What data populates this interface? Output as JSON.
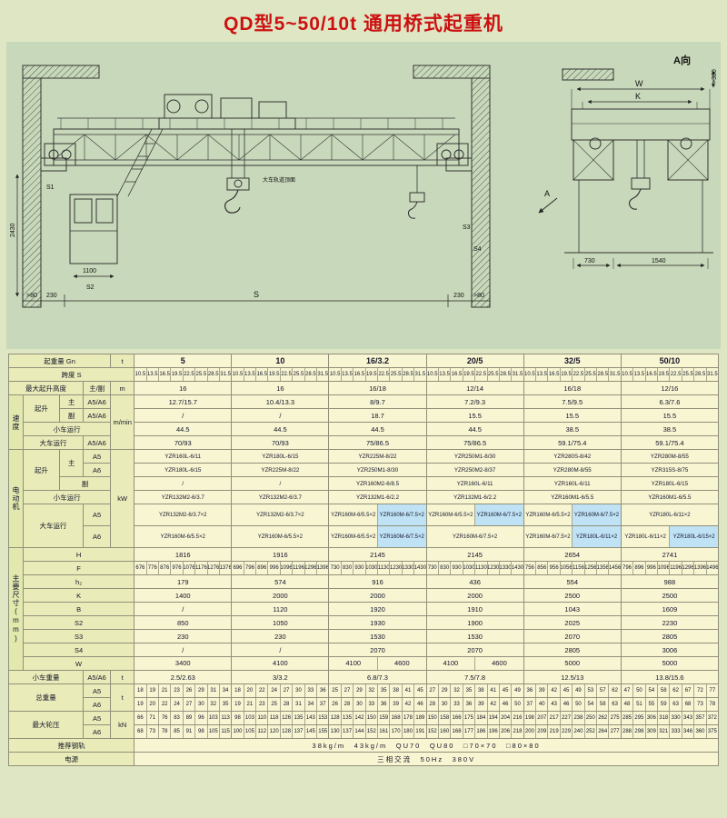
{
  "page": {
    "title": "QD型5~50/10t 通用桥式起重机"
  },
  "drawing": {
    "labels": {
      "view_a": "A向",
      "section_a": "A",
      "w": "W",
      "k": "K",
      "d730": "730",
      "d1540": "1540",
      "d300": ">300",
      "s": "S",
      "d230_l": "230",
      "d230_r": "230",
      "d80_l": ">80",
      "d80_r": ">80",
      "d1100": "1100",
      "d2430": "2430",
      "s1": "S1",
      "s2": "S2",
      "s3": "S3",
      "s4": "S4",
      "rail_note": "大车轨道顶面"
    }
  },
  "table": {
    "header": {
      "capacity_label": "起重量 Gn",
      "capacity_unit": "t",
      "capacities": [
        "5",
        "10",
        "16/3.2",
        "20/5",
        "32/5",
        "50/10"
      ],
      "span_label": "跨度 S",
      "spans": [
        "10.5",
        "13.5",
        "16.5",
        "19.5",
        "22.5",
        "25.5",
        "28.5",
        "31.5"
      ],
      "lift_label": "最大起升高度",
      "lift_class": "主/副",
      "lift_unit": "m",
      "lift_values": [
        "16",
        "16",
        "16/18",
        "12/14",
        "16/18",
        "12/16"
      ]
    },
    "speed": {
      "group": "速度",
      "unit": "m/min",
      "hoist": "起升",
      "main": "主",
      "aux": "副",
      "cls": "A5/A6",
      "main_values": [
        "12.7/15.7",
        "10.4/13.3",
        "8/9.7",
        "7.2/9.3",
        "7.5/9.5",
        "6.3/7.6"
      ],
      "aux_values": [
        "/",
        "/",
        "18.7",
        "15.5",
        "15.5",
        "15.5"
      ],
      "trolley": "小车运行",
      "trolley_values": [
        "44.5",
        "44.5",
        "44.5",
        "44.5",
        "38.5",
        "38.5"
      ],
      "bridge": "大车运行",
      "bridge_values": [
        "70/93",
        "70/93",
        "75/86.5",
        "75/86.5",
        "59.1/75.4",
        "59.1/75.4"
      ]
    },
    "motor": {
      "group": "电动机",
      "unit": "kW",
      "hoist": "起升",
      "main": "主",
      "aux": "副",
      "a5": "A5",
      "a6": "A6",
      "main_a5": [
        "YZR160L-6/11",
        "YZR180L-6/15",
        "YZR225M-8/22",
        "YZR250M1-8/30",
        "YZR280S-8/42",
        "YZR280M-8/55"
      ],
      "main_a6": [
        "YZR180L-6/15",
        "YZR225M-8/22",
        "YZR250M1-8/30",
        "YZR250M2-8/37",
        "YZR280M-8/55",
        "YZR315S-8/75"
      ],
      "aux_values": [
        "/",
        "/",
        "YZR160M2-6/8.5",
        "YZR160L-6/11",
        "YZR160L-6/11",
        "YZR180L-6/15"
      ],
      "trolley": "小车运行",
      "trolley_values": [
        "YZR132M2-6/3.7",
        "YZR132M2-6/3.7",
        "YZR132M1-6/2.2",
        "YZR132M1-6/2.2",
        "YZR160M1-6/5.5",
        "YZR160M1-6/5.5"
      ],
      "bridge": "大车运行",
      "bridge_a5": [
        [
          "YZR132M2-6/3.7×2"
        ],
        [
          "YZR132M2-6/3.7×2"
        ],
        [
          "YZR160M-6/5.5×2",
          "YZR160M-6/7.5×2"
        ],
        [
          "YZR160M-6/5.5×2",
          "YZR160M-6/7.5×2"
        ],
        [
          "YZR160M-6/5.5×2",
          "YZR160M-6/7.5×2"
        ],
        [
          "YZR180L-6/11×2"
        ]
      ],
      "bridge_a6": [
        [
          "YZR160M-6/5.5×2"
        ],
        [
          "YZR160M-6/5.5×2"
        ],
        [
          "YZR160M-6/5.5×2",
          "YZR160M-6/7.5×2"
        ],
        [
          "YZR160M-6/7.5×2"
        ],
        [
          "YZR160M-6/7.5×2",
          "YZR180L-6/11×2"
        ],
        [
          "YZR180L-6/11×2",
          "YZR180L-6/15×2"
        ]
      ]
    },
    "dims": {
      "group": "主要尺寸(mm)",
      "labels": {
        "H": "H",
        "F": "F",
        "h2": "h₂",
        "K": "K",
        "B": "B",
        "S2": "S2",
        "S3": "S3",
        "S4": "S4",
        "W": "W"
      },
      "H": [
        "1816",
        "1916",
        "2145",
        "2145",
        "2654",
        "2741"
      ],
      "F": [
        [
          "676",
          "776",
          "876",
          "976",
          "1076",
          "1176",
          "1276",
          "1376"
        ],
        [
          "696",
          "796",
          "896",
          "996",
          "1096",
          "1196",
          "1296",
          "1396"
        ],
        [
          "730",
          "830",
          "930",
          "1030",
          "1130",
          "1230",
          "1330",
          "1430"
        ],
        [
          "730",
          "830",
          "930",
          "1030",
          "1130",
          "1230",
          "1330",
          "1430"
        ],
        [
          "756",
          "856",
          "956",
          "1056",
          "1156",
          "1256",
          "1356",
          "1456"
        ],
        [
          "796",
          "896",
          "996",
          "1096",
          "1196",
          "1296",
          "1396",
          "1496"
        ]
      ],
      "h2": [
        "179",
        "574",
        "916",
        "436",
        "554",
        "988"
      ],
      "K": [
        "1400",
        "2000",
        "2000",
        "2000",
        "2500",
        "2500"
      ],
      "B": [
        "/",
        "1120",
        "1920",
        "1910",
        "1043",
        "1609"
      ],
      "S2": [
        "850",
        "1050",
        "1930",
        "1900",
        "2025",
        "2230"
      ],
      "S3": [
        "230",
        "230",
        "1530",
        "1530",
        "2070",
        "2805"
      ],
      "S4": [
        "/",
        "/",
        "2070",
        "2070",
        "2805",
        "3006"
      ],
      "W": [
        [
          "3400"
        ],
        [
          "4100"
        ],
        [
          "4100",
          "4600"
        ],
        [
          "4100",
          "4600"
        ],
        [
          "5000"
        ],
        [
          "5000"
        ]
      ]
    },
    "trolley_weight": {
      "label": "小车重量",
      "cls": "A5/A6",
      "unit": "t",
      "values": [
        "2.5/2.63",
        "3/3.2",
        "6.8/7.3",
        "7.5/7.8",
        "12.5/13",
        "13.8/15.6"
      ]
    },
    "total_weight": {
      "label": "总重量",
      "unit": "t",
      "a5_label": "A5",
      "a6_label": "A6",
      "a5": [
        [
          "18",
          "19",
          "21",
          "23",
          "26",
          "29",
          "31",
          "34"
        ],
        [
          "18",
          "20",
          "22",
          "24",
          "27",
          "30",
          "33",
          "36"
        ],
        [
          "25",
          "27",
          "29",
          "32",
          "35",
          "38",
          "41",
          "45"
        ],
        [
          "27",
          "29",
          "32",
          "35",
          "38",
          "41",
          "45",
          "49"
        ],
        [
          "36",
          "39",
          "42",
          "45",
          "49",
          "53",
          "57",
          "62"
        ],
        [
          "47",
          "50",
          "54",
          "58",
          "62",
          "67",
          "72",
          "77"
        ]
      ],
      "a6": [
        [
          "19",
          "20",
          "22",
          "24",
          "27",
          "30",
          "32",
          "35"
        ],
        [
          "19",
          "21",
          "23",
          "25",
          "28",
          "31",
          "34",
          "37"
        ],
        [
          "26",
          "28",
          "30",
          "33",
          "36",
          "39",
          "42",
          "46"
        ],
        [
          "28",
          "30",
          "33",
          "36",
          "39",
          "42",
          "46",
          "50"
        ],
        [
          "37",
          "40",
          "43",
          "46",
          "50",
          "54",
          "58",
          "63"
        ],
        [
          "48",
          "51",
          "55",
          "59",
          "63",
          "68",
          "73",
          "78"
        ]
      ]
    },
    "wheel_load": {
      "label": "最大轮压",
      "unit": "kN",
      "a5_label": "A5",
      "a6_label": "A6",
      "a5": [
        [
          "66",
          "71",
          "76",
          "83",
          "89",
          "96",
          "103",
          "113"
        ],
        [
          "98",
          "103",
          "110",
          "118",
          "126",
          "135",
          "143",
          "153"
        ],
        [
          "128",
          "135",
          "142",
          "150",
          "159",
          "168",
          "178",
          "189"
        ],
        [
          "150",
          "158",
          "166",
          "175",
          "184",
          "194",
          "204",
          "216"
        ],
        [
          "198",
          "207",
          "217",
          "227",
          "238",
          "250",
          "262",
          "275"
        ],
        [
          "285",
          "295",
          "306",
          "318",
          "330",
          "343",
          "357",
          "372"
        ]
      ],
      "a6": [
        [
          "68",
          "73",
          "78",
          "85",
          "91",
          "98",
          "105",
          "115"
        ],
        [
          "100",
          "105",
          "112",
          "120",
          "128",
          "137",
          "145",
          "155"
        ],
        [
          "130",
          "137",
          "144",
          "152",
          "161",
          "170",
          "180",
          "191"
        ],
        [
          "152",
          "160",
          "168",
          "177",
          "186",
          "196",
          "206",
          "218"
        ],
        [
          "200",
          "209",
          "219",
          "229",
          "240",
          "252",
          "264",
          "277"
        ],
        [
          "288",
          "298",
          "309",
          "321",
          "333",
          "346",
          "360",
          "375"
        ]
      ]
    },
    "rail": {
      "label": "推荐钢轨",
      "value": "38kg/m　43kg/m　QU70　QU80　□70×70　□80×80"
    },
    "power": {
      "label": "电源",
      "value": "三相交流　50Hz　380V"
    }
  }
}
